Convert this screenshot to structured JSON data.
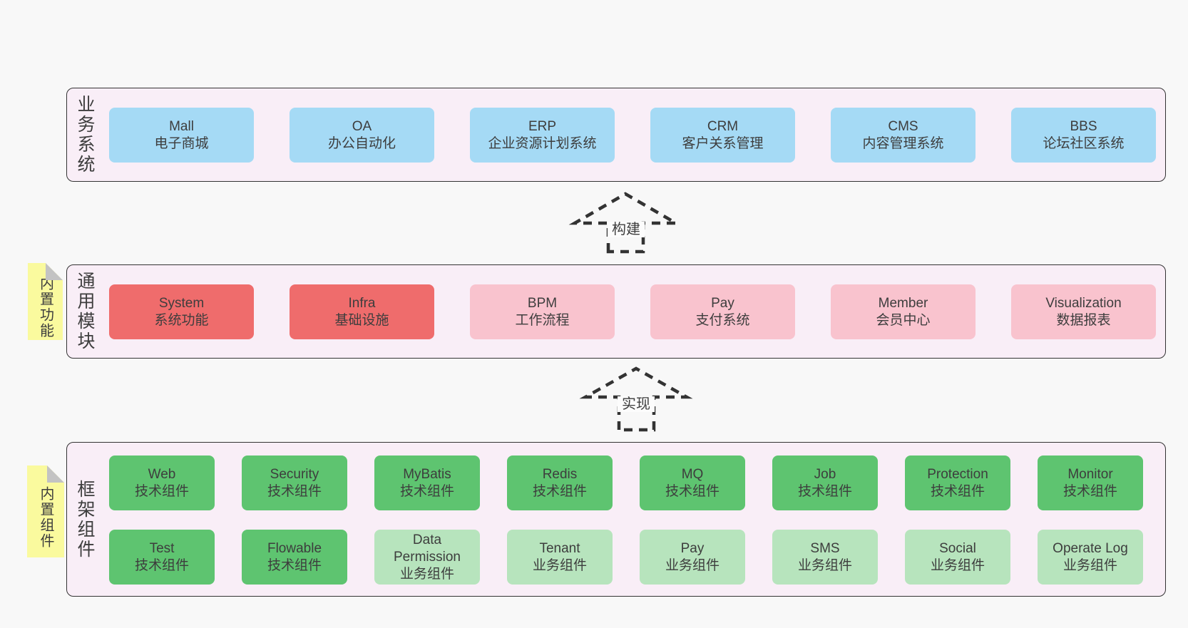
{
  "diagram": {
    "layers": {
      "business": {
        "side_label": "业务系统",
        "boxes": [
          {
            "en": "Mall",
            "zh": "电子商城",
            "variant": "blue"
          },
          {
            "en": "OA",
            "zh": "办公自动化",
            "variant": "blue"
          },
          {
            "en": "ERP",
            "zh": "企业资源计划系统",
            "variant": "blue"
          },
          {
            "en": "CRM",
            "zh": "客户关系管理",
            "variant": "blue"
          },
          {
            "en": "CMS",
            "zh": "内容管理系统",
            "variant": "blue"
          },
          {
            "en": "BBS",
            "zh": "论坛社区系统",
            "variant": "blue"
          }
        ]
      },
      "modules": {
        "side_label": "通用模块",
        "boxes": [
          {
            "en": "System",
            "zh": "系统功能",
            "variant": "red"
          },
          {
            "en": "Infra",
            "zh": "基础设施",
            "variant": "red"
          },
          {
            "en": "BPM",
            "zh": "工作流程",
            "variant": "pink"
          },
          {
            "en": "Pay",
            "zh": "支付系统",
            "variant": "pink"
          },
          {
            "en": "Member",
            "zh": "会员中心",
            "variant": "pink"
          },
          {
            "en": "Visualization",
            "zh": "数据报表",
            "variant": "pink"
          }
        ]
      },
      "components": {
        "side_label": "框架组件",
        "rows": [
          [
            {
              "en": "Web",
              "zh": "技术组件",
              "variant": "green"
            },
            {
              "en": "Security",
              "zh": "技术组件",
              "variant": "green"
            },
            {
              "en": "MyBatis",
              "zh": "技术组件",
              "variant": "green"
            },
            {
              "en": "Redis",
              "zh": "技术组件",
              "variant": "green"
            },
            {
              "en": "MQ",
              "zh": "技术组件",
              "variant": "green"
            },
            {
              "en": "Job",
              "zh": "技术组件",
              "variant": "green"
            },
            {
              "en": "Protection",
              "zh": "技术组件",
              "variant": "green"
            },
            {
              "en": "Monitor",
              "zh": "技术组件",
              "variant": "green"
            }
          ],
          [
            {
              "en": "Test",
              "zh": "技术组件",
              "variant": "green"
            },
            {
              "en": "Flowable",
              "zh": "技术组件",
              "variant": "green"
            },
            {
              "en": "Data Permission",
              "zh": "业务组件",
              "variant": "green-light"
            },
            {
              "en": "Tenant",
              "zh": "业务组件",
              "variant": "green-light"
            },
            {
              "en": "Pay",
              "zh": "业务组件",
              "variant": "green-light"
            },
            {
              "en": "SMS",
              "zh": "业务组件",
              "variant": "green-light"
            },
            {
              "en": "Social",
              "zh": "业务组件",
              "variant": "green-light"
            },
            {
              "en": "Operate Log",
              "zh": "业务组件",
              "variant": "green-light"
            }
          ]
        ]
      }
    },
    "stickies": [
      {
        "label": "内置功能"
      },
      {
        "label": "内置组件"
      }
    ],
    "arrows": [
      {
        "label": "构建"
      },
      {
        "label": "实现"
      }
    ],
    "colors": {
      "page_bg": "#f8f8f8",
      "panel_bg": "#f9eef7",
      "panel_border": "#333333",
      "blue": "#a5daf5",
      "red": "#ef6c6c",
      "pink": "#f9c3ce",
      "green": "#5ec470",
      "green_light": "#b7e4bd",
      "sticky_yellow": "#fafa9e",
      "sticky_fold": "#c3c3c3",
      "text": "#3d3d3d"
    }
  }
}
